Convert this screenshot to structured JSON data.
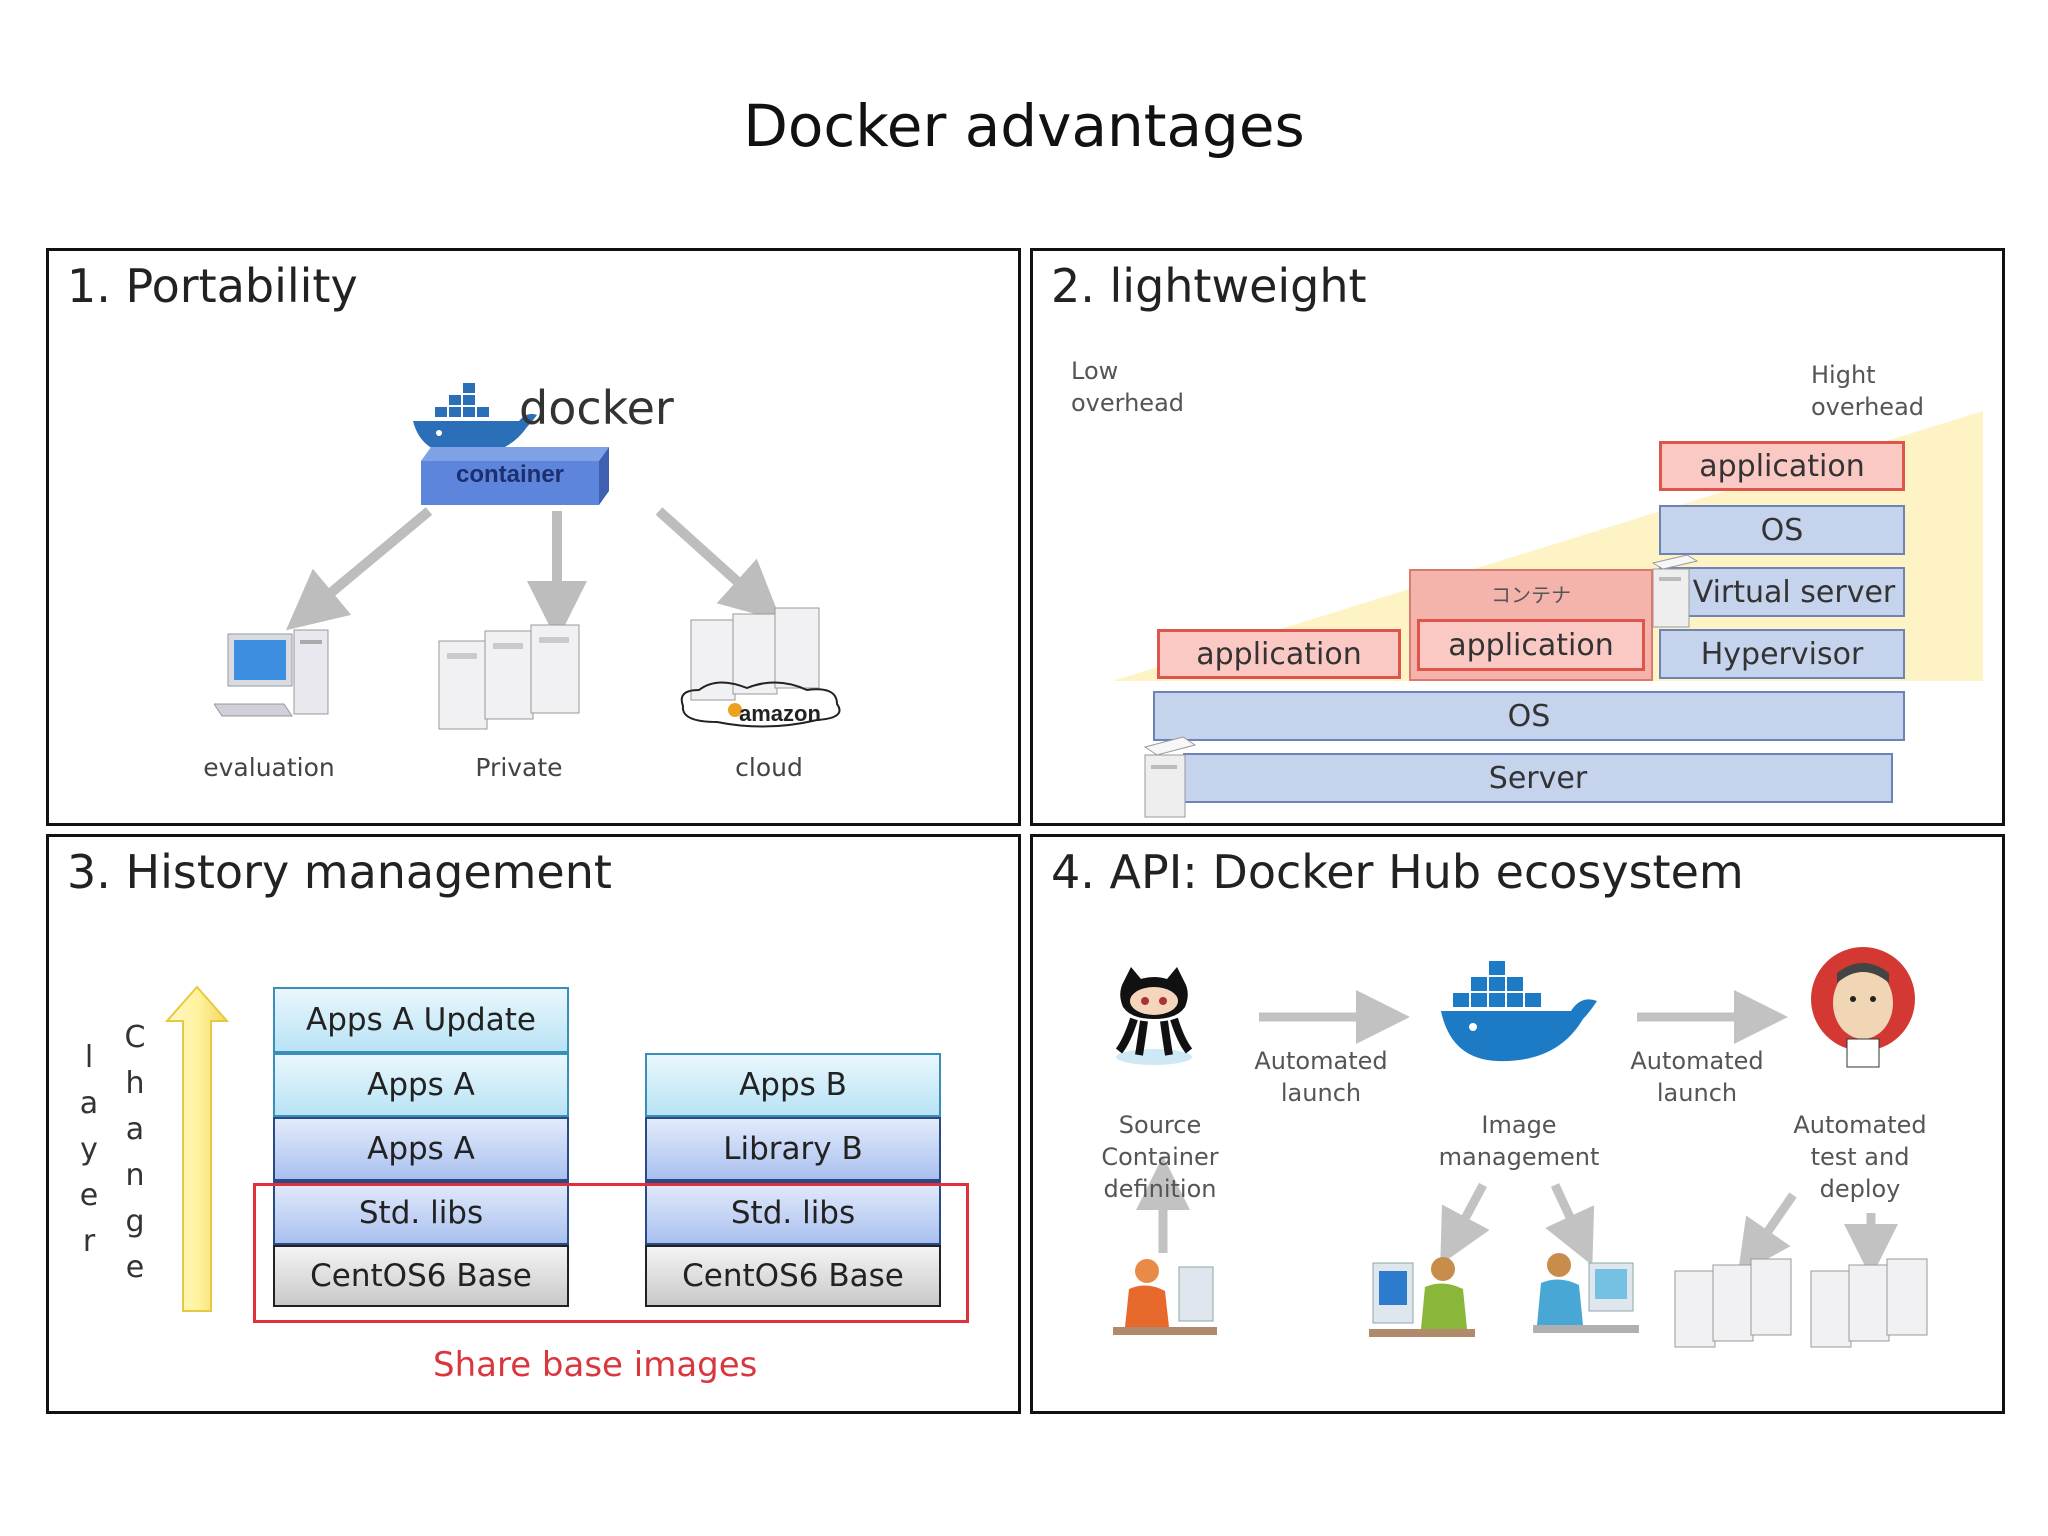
{
  "title": "Docker advantages",
  "panels": {
    "portability": {
      "title": "1. Portability",
      "logo_text": "docker",
      "container_label": "container",
      "targets": [
        "evaluation",
        "Private",
        "cloud"
      ],
      "amazon_text": "amazon"
    },
    "lightweight": {
      "title": "2. lightweight",
      "low_label": "Low\noverhead",
      "high_label": "Hight\noverhead",
      "stack_left": {
        "app": "application"
      },
      "stack_mid": {
        "top": "コンテナ",
        "app": "application"
      },
      "stack_right": {
        "app": "application",
        "os": "OS",
        "vserver": "Virtual server",
        "hypervisor": "Hypervisor"
      },
      "base": {
        "os": "OS",
        "server": "Server"
      },
      "colors": {
        "red_fill": "#fbc9c4",
        "red_border": "#e0554b",
        "blue_fill": "#c5d3ec",
        "wedge": "#fdf3c4"
      }
    },
    "history": {
      "title": "3. History management",
      "axis_left": [
        "l",
        "a",
        "y",
        "e",
        "r"
      ],
      "axis_right": [
        "C",
        "h",
        "a",
        "n",
        "g",
        "e"
      ],
      "stack_a": [
        "Apps A Update",
        "Apps A",
        "Apps A",
        "Std. libs",
        "CentOS6 Base"
      ],
      "stack_b": [
        "Apps B",
        "Library B",
        "Std. libs",
        "CentOS6 Base"
      ],
      "share_label": "Share base images",
      "colors": {
        "share_border": "#e0303a",
        "share_text": "#d9363e"
      }
    },
    "api": {
      "title": "4. API: Docker Hub ecosystem",
      "arrow1": "Automated\nlaunch",
      "arrow2": "Automated\nlaunch",
      "source": "Source\nContainer\ndefinition",
      "image": "Image\nmanagement",
      "deploy": "Automated\ntest and\ndeploy"
    }
  }
}
